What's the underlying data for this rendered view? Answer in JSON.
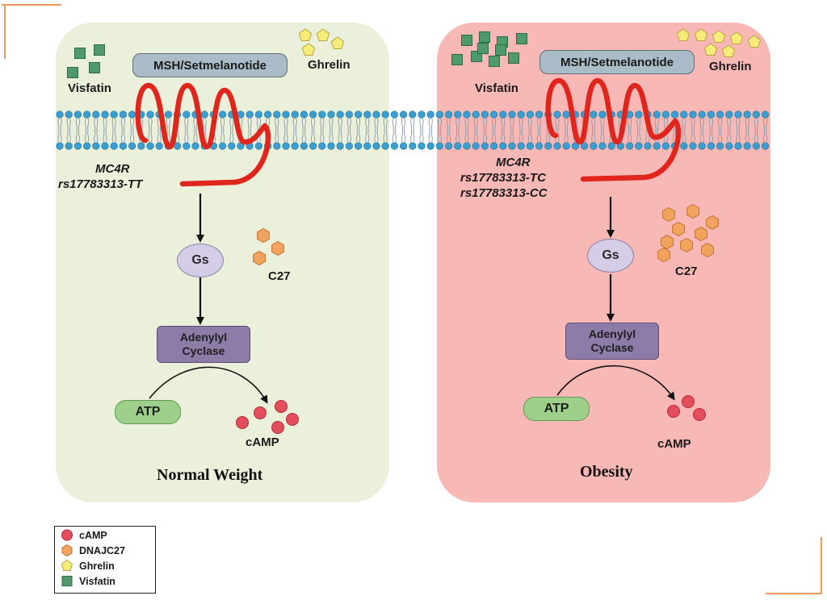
{
  "colors": {
    "frame": "#ee9a5c",
    "normal_bg": "#eaf0da",
    "obese_bg": "#f7b8b6",
    "receptor": "#e0251d",
    "membrane_head": "#3a9fd0",
    "camp": "#e34d5c",
    "dnajc27": "#f2a35e",
    "ghrelin": "#f7ec7a",
    "visfatin": "#4f9a6a"
  },
  "normal": {
    "ligand": "MSH/Setmelanotide",
    "visfatin_label": "Visfatin",
    "ghrelin_label": "Ghrelin",
    "gene": "MC4R",
    "genotype": "rs17783313-TT",
    "gs": "Gs",
    "c27_label": "C27",
    "enzyme_line1": "Adenylyl",
    "enzyme_line2": "Cyclase",
    "atp": "ATP",
    "camp_label": "cAMP",
    "title": "Normal Weight",
    "counts": {
      "visfatin": 4,
      "ghrelin": 4,
      "c27": 3,
      "camp": 5
    }
  },
  "obese": {
    "ligand": "MSH/Setmelanotide",
    "visfatin_label": "Visfatin",
    "ghrelin_label": "Ghrelin",
    "gene": "MC4R",
    "genotype_1": "rs17783313-TC",
    "genotype_2": "rs17783313-CC",
    "gs": "Gs",
    "c27_label": "C27",
    "enzyme_line1": "Adenylyl",
    "enzyme_line2": "Cyclase",
    "atp": "ATP",
    "camp_label": "cAMP",
    "title": "Obesity",
    "counts": {
      "visfatin": 10,
      "ghrelin": 7,
      "c27": 9,
      "camp": 3
    }
  },
  "legend": [
    {
      "icon": "circle",
      "label": "cAMP"
    },
    {
      "icon": "hexagon",
      "label": "DNAJC27"
    },
    {
      "icon": "pentagon",
      "label": "Ghrelin"
    },
    {
      "icon": "square",
      "label": "Visfatin"
    }
  ]
}
